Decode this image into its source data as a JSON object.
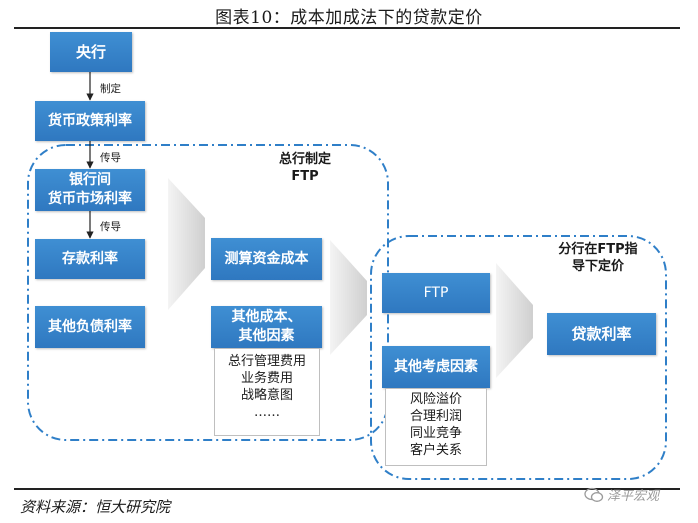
{
  "title": "图表10：成本加成法下的贷款定价",
  "nodes": {
    "central_bank": "央行",
    "monetary_policy_rate": "货币政策利率",
    "interbank_rate_line1": "银行间",
    "interbank_rate_line2": "货币市场利率",
    "deposit_rate": "存款利率",
    "other_liability_rate": "其他负债利率",
    "measure_funding_cost": "测算资金成本",
    "other_costs_line1": "其他成本、",
    "other_costs_line2": "其他因素",
    "ftp": "FTP",
    "other_considerations": "其他考虑因素",
    "loan_rate": "贷款利率"
  },
  "edge_labels": {
    "formulate": "制定",
    "transmit_1": "传导",
    "transmit_2": "传导"
  },
  "regions": {
    "head_office_line1": "总行制定",
    "head_office_line2": "FTP",
    "branch_line1": "分行在FTP指",
    "branch_line2": "导下定价"
  },
  "other_costs_items": [
    "总行管理费用",
    "业务费用",
    "战略意图",
    "……"
  ],
  "other_considerations_items": [
    "风险溢价",
    "合理利润",
    "同业竞争",
    "客户关系"
  ],
  "source": "资料来源：恒大研究院",
  "watermark": "泽平宏观",
  "colors": {
    "box": "#2f7fc8",
    "dash": "#2f7fc8",
    "chevron": "#d9d9d9"
  }
}
